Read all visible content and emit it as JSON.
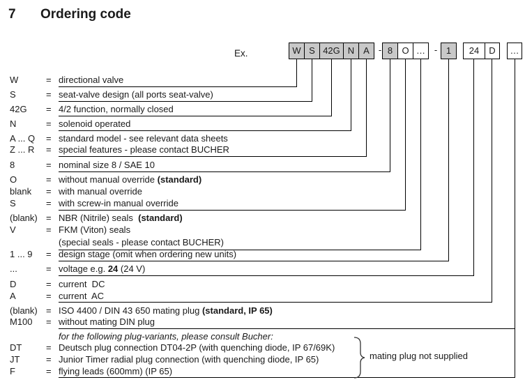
{
  "title": {
    "number": "7",
    "text": "Ordering code"
  },
  "code": {
    "ex_label": "Ex.",
    "boxes": [
      {
        "label": "W",
        "gray": true
      },
      {
        "label": "S",
        "gray": true
      },
      {
        "label": "42G",
        "gray": true
      },
      {
        "label": "N",
        "gray": true
      },
      {
        "label": "A",
        "gray": true
      },
      {
        "label": "8",
        "gray": true
      },
      {
        "label": "O",
        "gray": false
      },
      {
        "label": "…",
        "gray": false
      },
      {
        "label": "1",
        "gray": true
      },
      {
        "label": "24",
        "gray": false
      },
      {
        "label": "D",
        "gray": false
      },
      {
        "label": "…",
        "gray": false
      }
    ],
    "separators": [
      "-",
      "-"
    ]
  },
  "rows": [
    {
      "code": "W",
      "eq": "=",
      "d1": "directional valve"
    },
    {
      "code": "S",
      "eq": "=",
      "d1": "seat-valve design (all ports seat-valve)"
    },
    {
      "code": "42G",
      "eq": "=",
      "d1": "4/2 function, normally closed"
    },
    {
      "code": "N",
      "eq": "=",
      "d1": "solenoid operated"
    },
    {
      "code": "A ... Q",
      "eq": "=",
      "d1": "standard model - see relevant data sheets"
    },
    {
      "code": "Z ... R",
      "eq": "=",
      "d1": "special features - please contact BUCHER"
    },
    {
      "code": "8",
      "eq": "=",
      "d1": "nominal size 8 / SAE 10"
    },
    {
      "code": "O",
      "eq": "=",
      "d1": "without manual override ",
      "b": "(standard)"
    },
    {
      "code": "blank",
      "eq": "=",
      "d1": "with manual override"
    },
    {
      "code": "S",
      "eq": "=",
      "d1": "with screw-in manual override"
    },
    {
      "code": "(blank)",
      "eq": "=",
      "d1": "NBR (Nitrile) seals  ",
      "b": "(standard)"
    },
    {
      "code": "V",
      "eq": "=",
      "d1": "FKM (Viton) seals"
    },
    {
      "d1": "(special seals - please contact BUCHER)"
    },
    {
      "code": "1 ... 9",
      "eq": "=",
      "d1": "design stage (omit when ordering new units)"
    },
    {
      "code": "...",
      "eq": "=",
      "d1": "voltage e.g. ",
      "b": "24",
      "d2": " (24 V)"
    },
    {
      "code": "D",
      "eq": "=",
      "d1": "current  DC"
    },
    {
      "code": "A",
      "eq": "=",
      "d1": "current  AC"
    },
    {
      "code": "(blank)",
      "eq": "=",
      "d1": "ISO 4400 / DIN 43 650 mating plug ",
      "b": "(standard, IP 65)"
    },
    {
      "code": "M100",
      "eq": "=",
      "d1": "without mating DIN plug"
    },
    {
      "d1": "for the following plug-variants, please consult Bucher:"
    },
    {
      "code": "DT",
      "eq": "=",
      "d1": "Deutsch plug connection DT04-2P (with quenching diode, IP 67/69K)"
    },
    {
      "code": "JT",
      "eq": "=",
      "d1": "Junior Timer radial plug connection (with quenching diode, IP 65)"
    },
    {
      "code": "F",
      "eq": "=",
      "d1": "flying leads (600mm) (IP 65)"
    }
  ],
  "annotation": {
    "brace_note": "mating plug not supplied"
  },
  "colors": {
    "box_gray": "#c8c8c8",
    "line": "#000000",
    "text": "#1a1a1a"
  }
}
